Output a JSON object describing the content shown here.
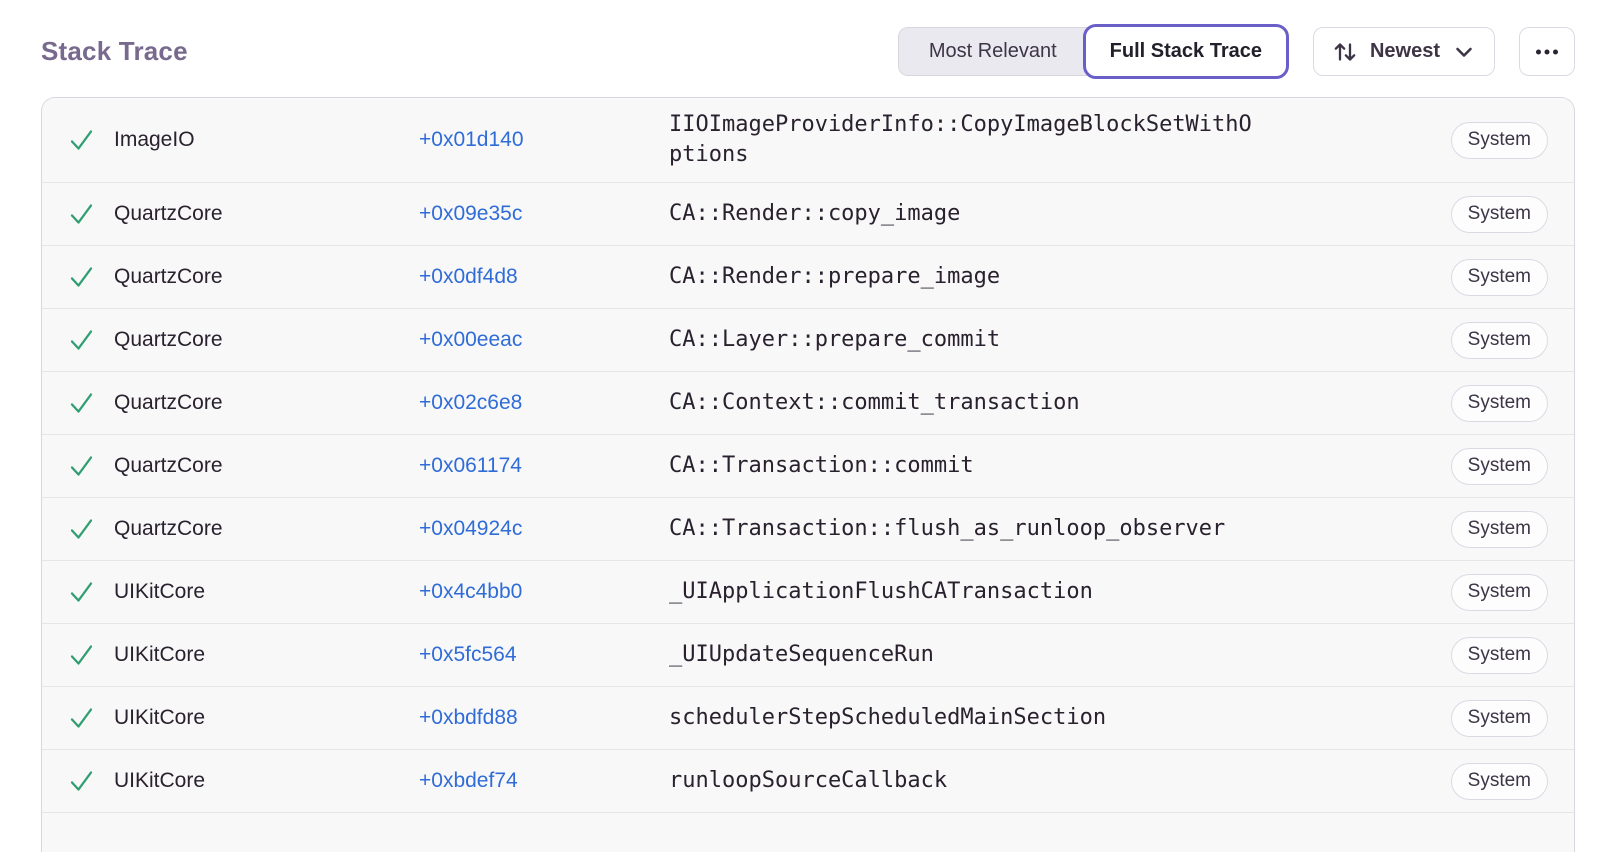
{
  "colors": {
    "accent": "#6a5ec9",
    "link": "#2f6cd8",
    "success": "#2f9e70",
    "title": "#786a8e",
    "text": "#29222e",
    "label": "#3d3546",
    "row-bg": "#f9f8f9",
    "divider": "#e7e4ea",
    "border": "#dcd9e3",
    "segment-bg": "#ebe9f0"
  },
  "header": {
    "title": "Stack Trace",
    "most_relevant_label": "Most Relevant",
    "full_stack_trace_label": "Full Stack Trace",
    "sort_label": "Newest"
  },
  "icons": {
    "sort": "sort-arrows-icon",
    "chevron": "chevron-down-icon",
    "more": "ellipsis-icon",
    "frame_status": "check-icon"
  },
  "frames": [
    {
      "module": "ImageIO",
      "offset": "+0x01d140",
      "function": "IIOImageProviderInfo::CopyImageBlockSetWithOptions",
      "tag": "System"
    },
    {
      "module": "QuartzCore",
      "offset": "+0x09e35c",
      "function": "CA::Render::copy_image",
      "tag": "System"
    },
    {
      "module": "QuartzCore",
      "offset": "+0x0df4d8",
      "function": "CA::Render::prepare_image",
      "tag": "System"
    },
    {
      "module": "QuartzCore",
      "offset": "+0x00eeac",
      "function": "CA::Layer::prepare_commit",
      "tag": "System"
    },
    {
      "module": "QuartzCore",
      "offset": "+0x02c6e8",
      "function": "CA::Context::commit_transaction",
      "tag": "System"
    },
    {
      "module": "QuartzCore",
      "offset": "+0x061174",
      "function": "CA::Transaction::commit",
      "tag": "System"
    },
    {
      "module": "QuartzCore",
      "offset": "+0x04924c",
      "function": "CA::Transaction::flush_as_runloop_observer",
      "tag": "System"
    },
    {
      "module": "UIKitCore",
      "offset": "+0x4c4bb0",
      "function": "_UIApplicationFlushCATransaction",
      "tag": "System"
    },
    {
      "module": "UIKitCore",
      "offset": "+0x5fc564",
      "function": "_UIUpdateSequenceRun",
      "tag": "System"
    },
    {
      "module": "UIKitCore",
      "offset": "+0xbdfd88",
      "function": "schedulerStepScheduledMainSection",
      "tag": "System"
    },
    {
      "module": "UIKitCore",
      "offset": "+0xbdef74",
      "function": "runloopSourceCallback",
      "tag": "System"
    }
  ]
}
